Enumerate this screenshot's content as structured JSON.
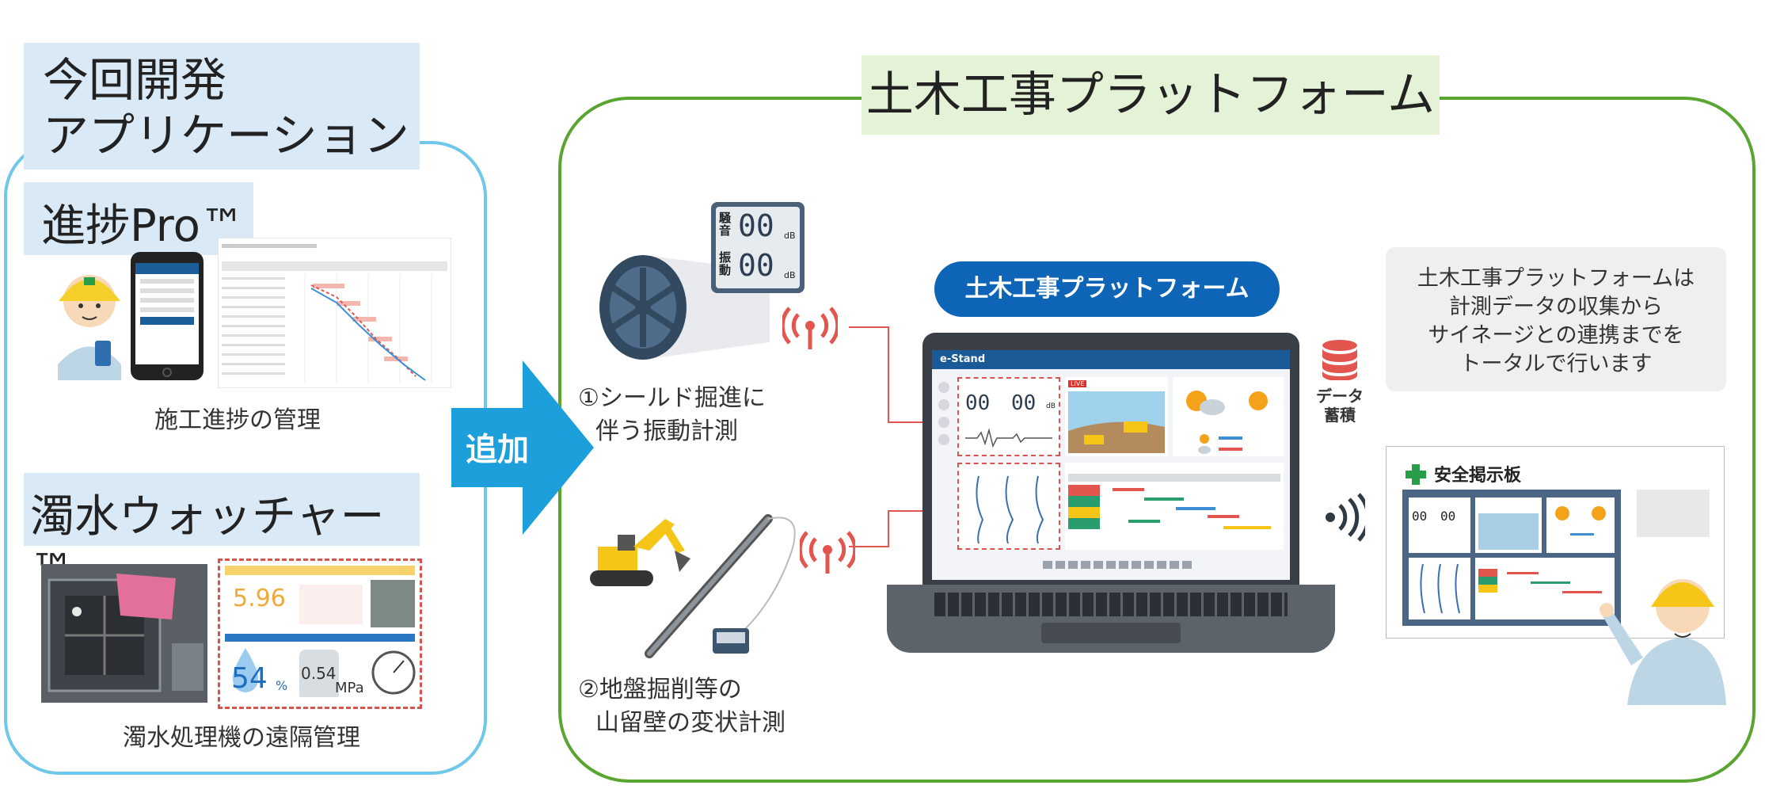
{
  "left": {
    "app_title_line1": "今回開発",
    "app_title_line2": "アプリケーション",
    "progress_app": "進捗Pro™",
    "progress_caption": "施工進捗の管理",
    "water_app": "濁水ウォッチャー™",
    "water_caption": "濁水処理機の遠隔管理",
    "water_ui": {
      "value1": "5.96",
      "value2": "54",
      "value2_unit": "%",
      "value3": "0.54",
      "value3_unit": "MPa"
    }
  },
  "arrow_label": "追加",
  "platform": {
    "title": "土木工事プラットフォーム",
    "pill_label": "土木工事プラットフォーム",
    "info_lines": [
      "土木工事プラットフォームは",
      "計測データの収集から",
      "サイネージとの連携までを",
      "トータルで行います"
    ],
    "step1_line1": "①シールド掘進に",
    "step1_line2": "伴う振動計測",
    "step2_line1": "②地盤掘削等の",
    "step2_line2": "山留壁の変状計測",
    "meter": {
      "label_top": "騒音",
      "label_bottom": "振動",
      "value_top": "00",
      "value_bottom": "00",
      "unit": "dB"
    },
    "storage_label_line1": "データ",
    "storage_label_line2": "蓄積",
    "laptop_brand": "e-Stand",
    "dash_values": {
      "left": "00",
      "right": "00",
      "unit": "dB",
      "live": "LIVE"
    },
    "signage_title": "安全掲示板"
  },
  "colors": {
    "left_border": "#6fc7ea",
    "right_border": "#5aa532",
    "pill": "#0e64b6",
    "arrow": "#1c9fdb",
    "signal": "#e2564f",
    "dotted": "#d9534f"
  }
}
